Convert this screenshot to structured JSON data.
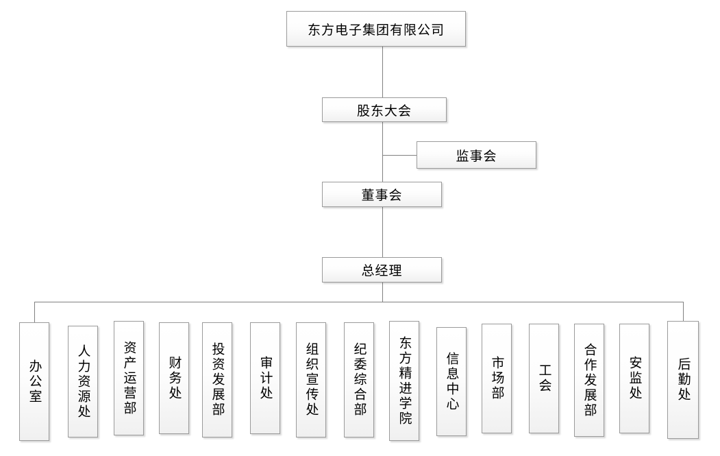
{
  "chart": {
    "type": "org-chart",
    "title_box": {
      "label": "东方电子集团有限公司"
    },
    "governance": [
      {
        "id": "shareholders",
        "label": "股东大会"
      },
      {
        "id": "supervisors",
        "label": "监事会"
      },
      {
        "id": "board",
        "label": "董事会"
      },
      {
        "id": "gm",
        "label": "总经理"
      }
    ],
    "departments": [
      {
        "id": "office",
        "label": "办公室"
      },
      {
        "id": "human-resources",
        "label": "人力资源处"
      },
      {
        "id": "asset-operations",
        "label": "资产运营部"
      },
      {
        "id": "finance",
        "label": "财务处"
      },
      {
        "id": "investment-dev",
        "label": "投资发展部"
      },
      {
        "id": "audit",
        "label": "审计处"
      },
      {
        "id": "org-publicity",
        "label": "组织宣传处"
      },
      {
        "id": "discipline",
        "label": "纪委综合部"
      },
      {
        "id": "academy",
        "label": "东方精进学院"
      },
      {
        "id": "information",
        "label": "信息中心"
      },
      {
        "id": "marketing",
        "label": "市场部"
      },
      {
        "id": "labor-union",
        "label": "工会"
      },
      {
        "id": "cooperation-dev",
        "label": "合作发展部"
      },
      {
        "id": "safety",
        "label": "安监处"
      },
      {
        "id": "logistics",
        "label": "后勤处"
      }
    ],
    "colors": {
      "box_border": "#9a9a9a",
      "box_fill_top": "#ffffff",
      "box_fill_bottom": "#f0f0f0",
      "connector": "#808080",
      "text": "#000000"
    }
  }
}
